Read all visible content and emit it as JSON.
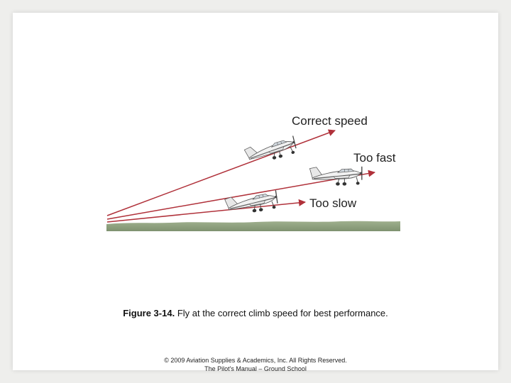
{
  "diagram": {
    "labels": {
      "correct": "Correct speed",
      "fast": "Too fast",
      "slow": "Too slow"
    },
    "colors": {
      "arrow": "#b0313a",
      "ground_top": "#9fb08e",
      "ground_bottom": "#7f9270",
      "plane_body": "#f2f2f2",
      "plane_outline": "#555555",
      "plane_stripe": "#666666"
    }
  },
  "caption": {
    "figure_label": "Figure 3-14.",
    "text": "Fly at the correct climb speed for best performance."
  },
  "footer": {
    "copyright": "© 2009 Aviation Supplies & Academics, Inc. All Rights Reserved.",
    "title": "The Pilot's Manual – Ground School"
  }
}
